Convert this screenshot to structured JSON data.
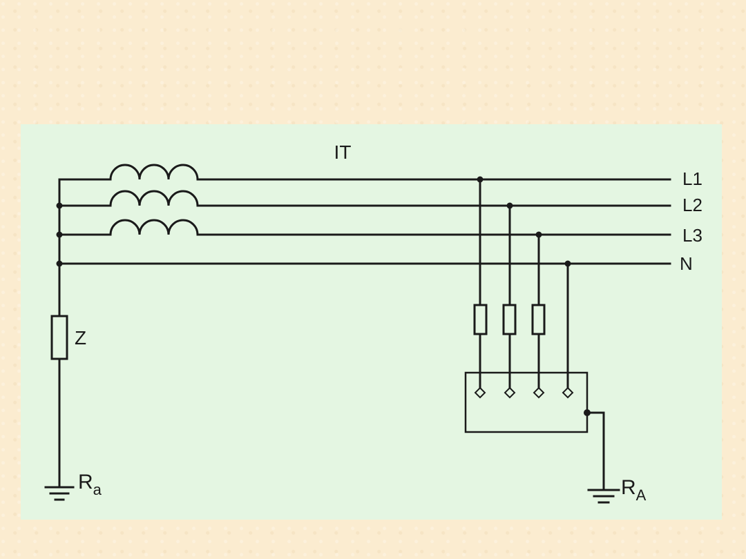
{
  "diagram": {
    "title": "IT",
    "lines": [
      {
        "id": "L1",
        "label": "L1"
      },
      {
        "id": "L2",
        "label": "L2"
      },
      {
        "id": "L3",
        "label": "L3"
      },
      {
        "id": "N",
        "label": "N"
      }
    ],
    "impedance_label": "Z",
    "source_ground": {
      "main": "R",
      "sub": "a"
    },
    "load_ground": {
      "main": "R",
      "sub": "A"
    }
  }
}
